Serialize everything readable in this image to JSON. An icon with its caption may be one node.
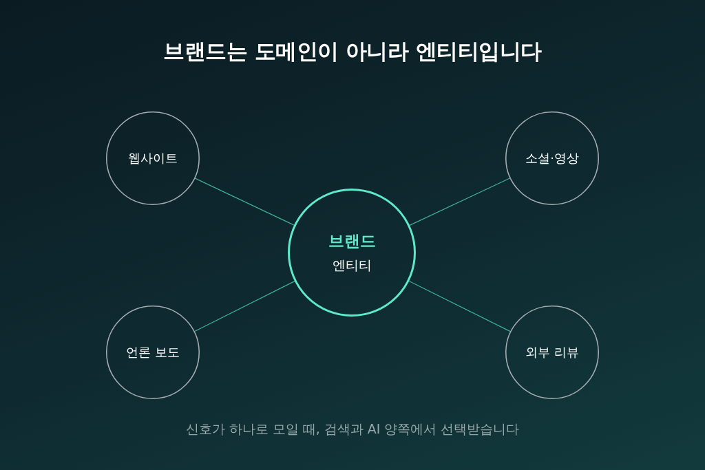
{
  "diagram": {
    "title": "브랜드는 도메인이 아니라 엔티티입니다",
    "caption": "신호가 하나로 모일 때, 검색과 AI 양쪽에서 선택받습니다",
    "nodes": [
      {
        "text": [
          "웹사이트"
        ]
      },
      {
        "text": [
          "소셜·영상"
        ]
      },
      {
        "text": [
          "브랜드",
          "엔티티"
        ]
      },
      {
        "text": [
          "언론 보도"
        ]
      },
      {
        "text": [
          "외부 리뷰"
        ]
      }
    ],
    "edges": [
      {
        "from": 0,
        "to": 2,
        "arrow": "none"
      },
      {
        "from": 1,
        "to": 2,
        "arrow": "none"
      },
      {
        "from": 3,
        "to": 2,
        "arrow": "none"
      },
      {
        "from": 4,
        "to": 2,
        "arrow": "none"
      }
    ]
  }
}
